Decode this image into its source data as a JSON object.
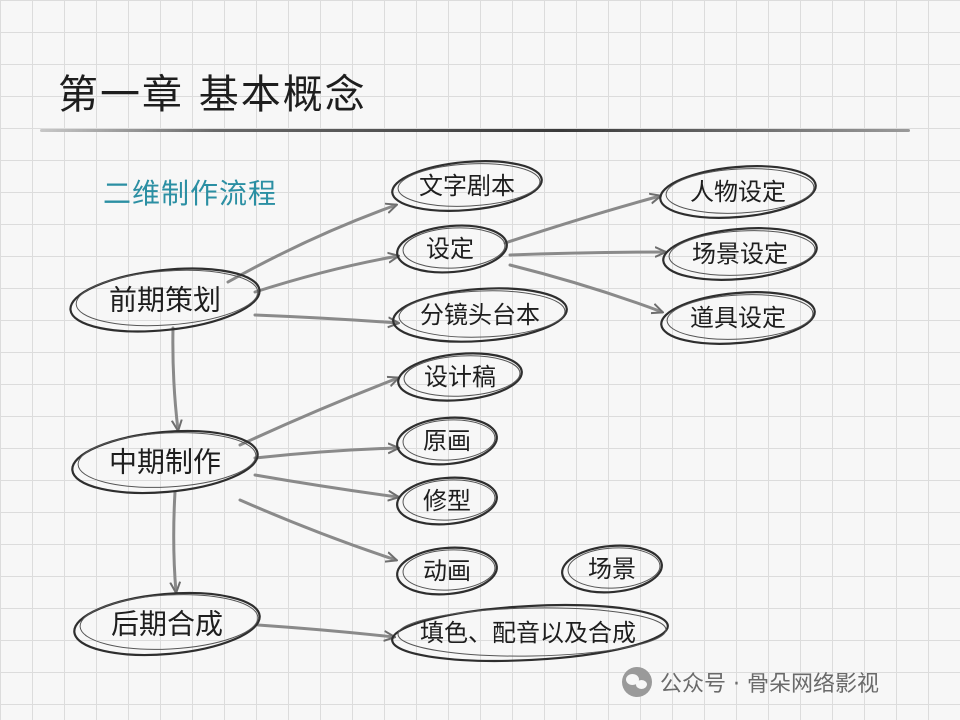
{
  "title": "第一章 基本概念",
  "subtitle": "二维制作流程",
  "nodes": {
    "preproduction": "前期策划",
    "production": "中期制作",
    "postproduction": "后期合成",
    "script": "文字剧本",
    "design_settings": "设定",
    "storyboard": "分镜头台本",
    "character_design": "人物设定",
    "scene_design": "场景设定",
    "prop_design": "道具设定",
    "design_draft": "设计稿",
    "key_animation": "原画",
    "cleanup": "修型",
    "in_between": "动画",
    "background": "场景",
    "coloring_dubbing": "填色、配音以及合成"
  },
  "watermark": {
    "text": "公众号 · 骨朵网络影视",
    "icon": "wechat-icon"
  },
  "colors": {
    "title": "#1e1e1e",
    "subtitle": "#2b8fa3",
    "ink": "#2a2a2a",
    "arrow": "#7a7a7a"
  }
}
